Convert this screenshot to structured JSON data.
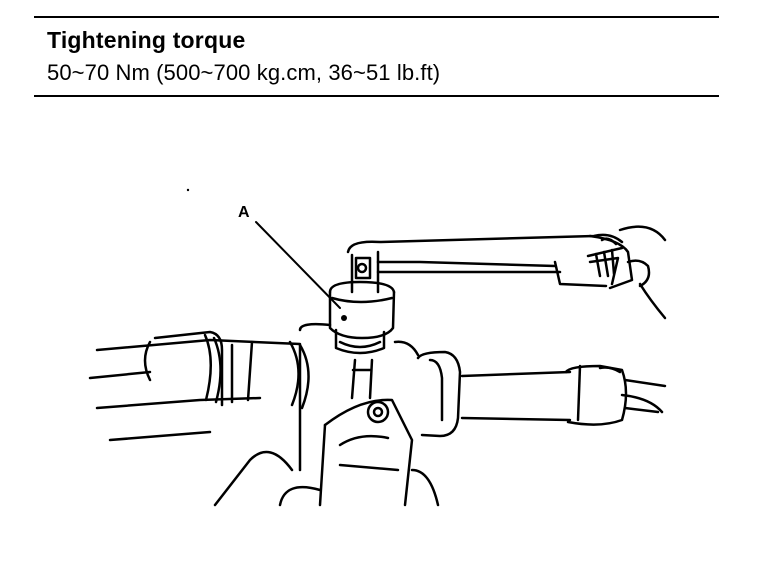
{
  "spec": {
    "title": "Tightening torque",
    "value": "50~70 Nm (500~700 kg.cm, 36~51 lb.ft)"
  },
  "figure": {
    "callout_label": "A",
    "icons": [
      "torque-wrench-icon",
      "socket-icon",
      "steering-gear-housing-icon"
    ]
  }
}
